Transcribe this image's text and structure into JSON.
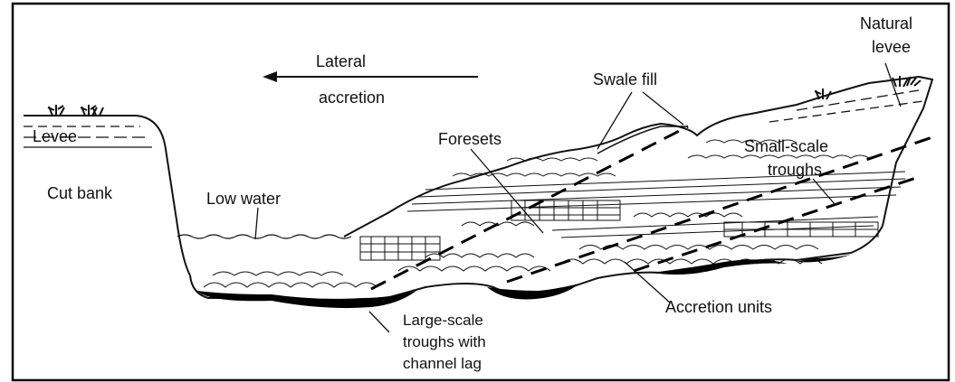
{
  "labels": {
    "lateral": "Lateral",
    "accretion": "accretion",
    "swale_fill": "Swale fill",
    "natural": "Natural",
    "levee_right": "levee",
    "levee_left": "Levee",
    "foresets": "Foresets",
    "small_scale_1": "Small-scale",
    "small_scale_2": "troughs",
    "cut_bank": "Cut bank",
    "low_water": "Low water",
    "accretion_units": "Accretion units",
    "large_scale_1": "Large-scale",
    "large_scale_2": "troughs with",
    "large_scale_3": "channel lag"
  }
}
